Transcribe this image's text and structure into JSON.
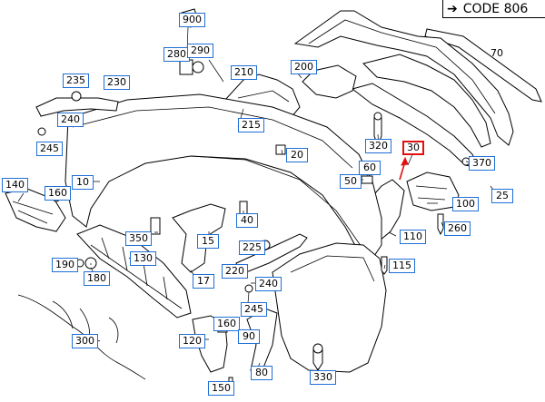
{
  "header": {
    "code_text": "CODE 806",
    "arrow_glyph": "➔"
  },
  "callouts": [
    {
      "id": "c900",
      "label": "900"
    },
    {
      "id": "c280",
      "label": "280"
    },
    {
      "id": "c290",
      "label": "290"
    },
    {
      "id": "c235",
      "label": "235"
    },
    {
      "id": "c230",
      "label": "230"
    },
    {
      "id": "c240a",
      "label": "240"
    },
    {
      "id": "c245a",
      "label": "245"
    },
    {
      "id": "c210",
      "label": "210"
    },
    {
      "id": "c215",
      "label": "215"
    },
    {
      "id": "c200",
      "label": "200"
    },
    {
      "id": "c320",
      "label": "320"
    },
    {
      "id": "c30",
      "label": "30",
      "highlight": true
    },
    {
      "id": "c370",
      "label": "370"
    },
    {
      "id": "c20",
      "label": "20"
    },
    {
      "id": "c140",
      "label": "140"
    },
    {
      "id": "c160a",
      "label": "160"
    },
    {
      "id": "c10",
      "label": "10"
    },
    {
      "id": "c60",
      "label": "60"
    },
    {
      "id": "c50",
      "label": "50"
    },
    {
      "id": "c100",
      "label": "100"
    },
    {
      "id": "c25",
      "label": "25"
    },
    {
      "id": "c260",
      "label": "260"
    },
    {
      "id": "c40",
      "label": "40"
    },
    {
      "id": "c350",
      "label": "350"
    },
    {
      "id": "c15",
      "label": "15"
    },
    {
      "id": "c225",
      "label": "225"
    },
    {
      "id": "c110",
      "label": "110"
    },
    {
      "id": "c190",
      "label": "190"
    },
    {
      "id": "c130",
      "label": "130"
    },
    {
      "id": "c180",
      "label": "180"
    },
    {
      "id": "c220",
      "label": "220"
    },
    {
      "id": "c17",
      "label": "17"
    },
    {
      "id": "c240b",
      "label": "240"
    },
    {
      "id": "c115",
      "label": "115"
    },
    {
      "id": "c245b",
      "label": "245"
    },
    {
      "id": "c300",
      "label": "300"
    },
    {
      "id": "c160b",
      "label": "160"
    },
    {
      "id": "c120",
      "label": "120"
    },
    {
      "id": "c90",
      "label": "90"
    },
    {
      "id": "c80",
      "label": "80"
    },
    {
      "id": "c330",
      "label": "330"
    },
    {
      "id": "c150",
      "label": "150"
    }
  ],
  "plain_labels": [
    {
      "id": "p70",
      "label": "70"
    }
  ],
  "colors": {
    "callout_border": "#1f6fd6",
    "highlight_border": "#e01010",
    "highlight_arrow": "#e01010",
    "line": "#000000"
  }
}
